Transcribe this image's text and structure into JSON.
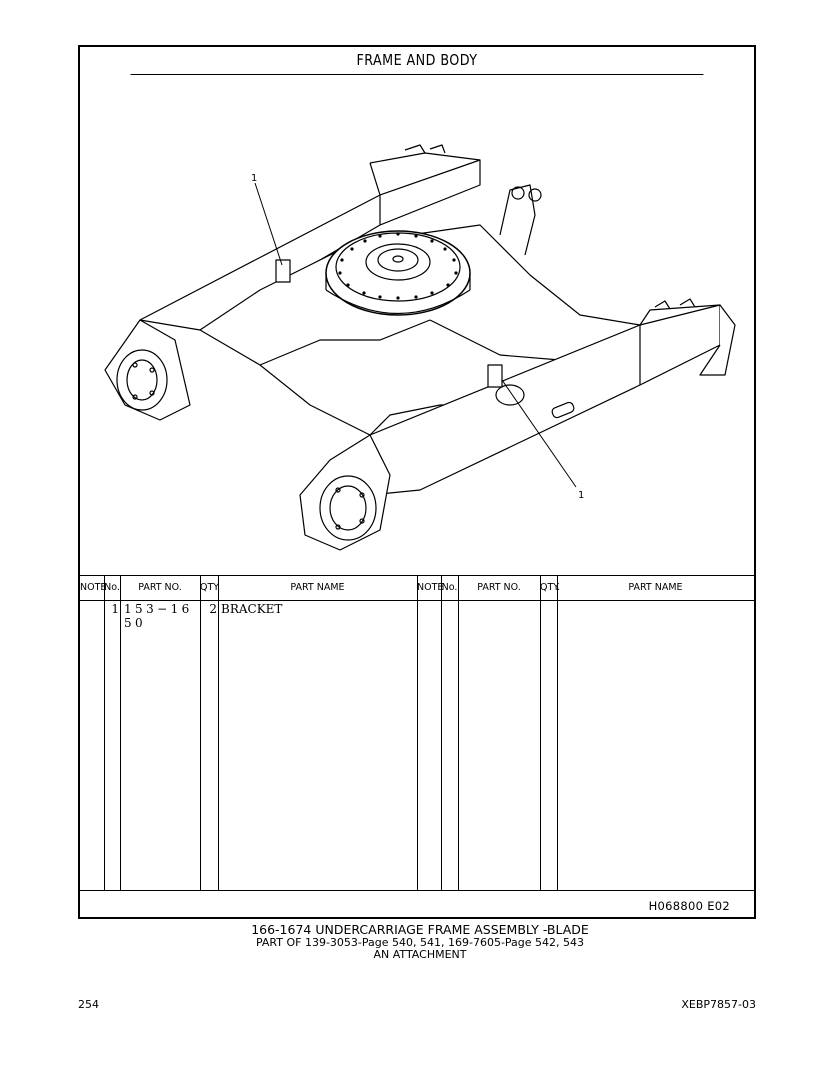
{
  "title": "FRAME AND BODY",
  "callouts": [
    "1",
    "1"
  ],
  "table": {
    "headers": [
      "NOTE",
      "No.",
      "PART NO.",
      "QTY.",
      "PART NAME",
      "NOTE",
      "No.",
      "PART NO.",
      "QTY.",
      "PART NAME"
    ],
    "rows": [
      {
        "no": "1",
        "part_no": "1 5 3 − 1 6 5 0",
        "qty": "2",
        "name": "BRACKET"
      }
    ]
  },
  "drawing_code": "H068800  E02",
  "caption": {
    "line1": "166-1674 UNDERCARRIAGE FRAME ASSEMBLY -BLADE",
    "line2": "PART OF 139-3053-Page 540, 541, 169-7605-Page 542, 543",
    "line3": "AN ATTACHMENT"
  },
  "footer": {
    "page": "254",
    "doc": "XEBP7857-03"
  }
}
